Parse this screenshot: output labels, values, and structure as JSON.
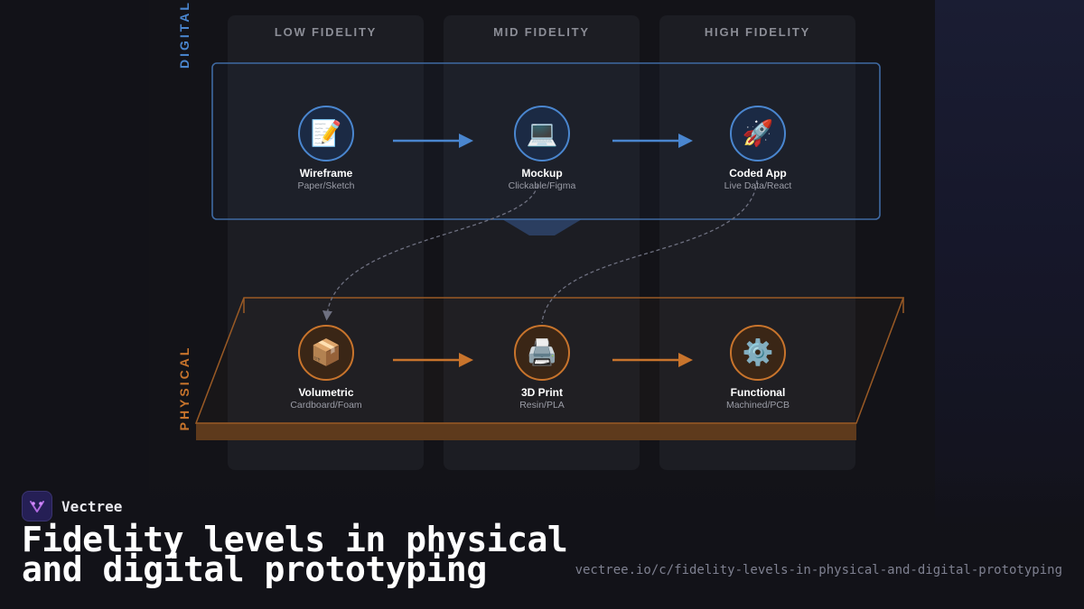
{
  "diagram": {
    "columns": [
      {
        "id": "low",
        "label": "LOW FIDELITY"
      },
      {
        "id": "mid",
        "label": "MID FIDELITY"
      },
      {
        "id": "high",
        "label": "HIGH FIDELITY"
      }
    ],
    "rows": {
      "digital": {
        "label": "DIGITAL",
        "color": "#4a86cf"
      },
      "physical": {
        "label": "PHYSICAL",
        "color": "#c8742c"
      }
    },
    "nodes": {
      "wireframe": {
        "icon": "memo-icon",
        "glyph": "📝",
        "title": "Wireframe",
        "subtitle": "Paper/Sketch"
      },
      "mockup": {
        "icon": "laptop-icon",
        "glyph": "💻",
        "title": "Mockup",
        "subtitle": "Clickable/Figma"
      },
      "coded_app": {
        "icon": "rocket-icon",
        "glyph": "🚀",
        "title": "Coded App",
        "subtitle": "Live Data/React"
      },
      "volumetric": {
        "icon": "package-icon",
        "glyph": "📦",
        "title": "Volumetric",
        "subtitle": "Cardboard/Foam"
      },
      "print3d": {
        "icon": "printer-icon",
        "glyph": "🖨️",
        "title": "3D Print",
        "subtitle": "Resin/PLA"
      },
      "functional": {
        "icon": "gear-icon",
        "glyph": "⚙️",
        "title": "Functional",
        "subtitle": "Machined/PCB"
      }
    }
  },
  "footer": {
    "brand": "Vectree",
    "title": "Fidelity levels in physical and digital prototyping",
    "url": "vectree.io/c/fidelity-levels-in-physical-and-digital-prototyping"
  }
}
